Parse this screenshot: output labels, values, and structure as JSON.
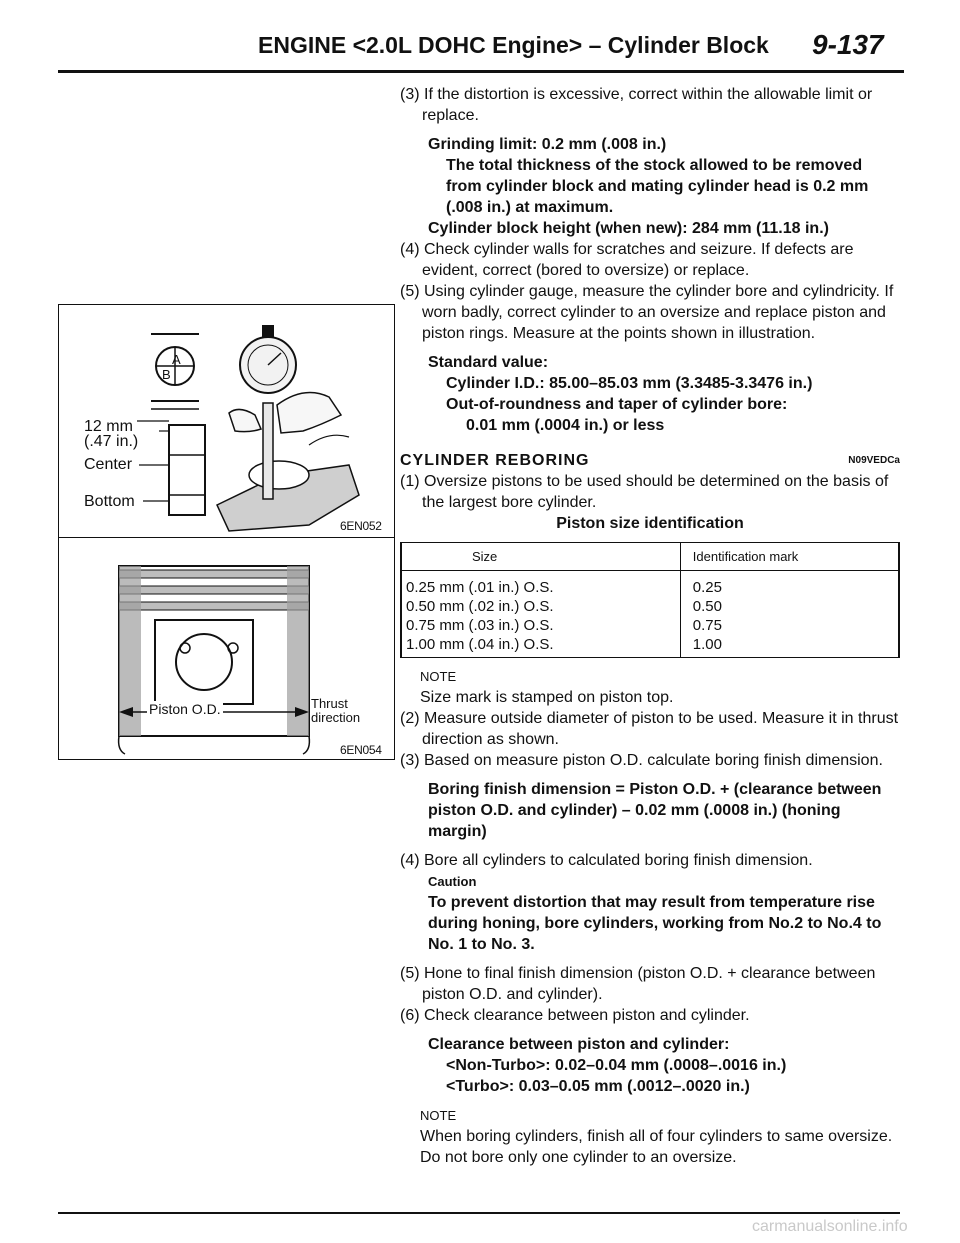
{
  "header": {
    "title": "ENGINE <2.0L DOHC Engine> – Cylinder Block",
    "page": "9-137"
  },
  "figures": {
    "fig1": {
      "label_A": "A",
      "label_B": "B",
      "label_12mm": "12 mm",
      "label_47in": "(.47 in.)",
      "label_center": "Center",
      "label_bottom": "Bottom",
      "code": "6EN052"
    },
    "fig2": {
      "label_piston_od": "Piston O.D.",
      "label_thrust": "Thrust",
      "label_direction": "direction",
      "code": "6EN054"
    }
  },
  "content": {
    "step3": "(3) If the distortion is excessive, correct within the allowable limit or replace.",
    "grind_limit": "Grinding limit: 0.2 mm (.008 in.)",
    "grind_note": "The total thickness of the stock allowed to be removed from cylinder block and mating cylinder head is 0.2 mm (.008 in.) at maximum.",
    "block_height": "Cylinder block height (when new): 284 mm (11.18 in.)",
    "step4": "(4) Check cylinder walls for scratches and seizure. If defects are evident, correct (bored to oversize) or replace.",
    "step5": "(5) Using cylinder gauge, measure the cylinder bore and cylindricity. If worn badly, correct cylinder to an oversize and replace piston and piston rings. Measure at the points shown in illustration.",
    "std_value": "Standard value:",
    "cyl_id": "Cylinder I.D.: 85.00–85.03 mm (3.3485-3.3476 in.)",
    "out_of_round": "Out-of-roundness and taper of cylinder bore:",
    "out_of_round_val": "0.01 mm (.0004 in.) or less",
    "section_title": "CYLINDER REBORING",
    "section_code": "N09VEDCa",
    "rb1": "(1) Oversize pistons to be used should be determined on the basis of the largest bore cylinder.",
    "table_title": "Piston size identification",
    "table_head": [
      "Size",
      "Identification mark"
    ],
    "table_rows": [
      [
        "0.25 mm (.01 in.) O.S.",
        "0.25"
      ],
      [
        "0.50 mm (.02 in.) O.S.",
        "0.50"
      ],
      [
        "0.75 mm (.03 in.) O.S.",
        "0.75"
      ],
      [
        "1.00 mm (.04 in.) O.S.",
        "1.00"
      ]
    ],
    "note1_label": "NOTE",
    "note1": "Size mark is stamped on piston top.",
    "rb2": "(2) Measure outside diameter of piston to be used. Measure it in thrust direction as shown.",
    "rb3": "(3) Based on measure piston O.D. calculate boring finish dimension.",
    "boring_formula": "Boring finish dimension = Piston O.D. + (clearance between piston O.D. and cylinder) – 0.02 mm (.0008 in.) (honing margin)",
    "rb4": "(4) Bore all cylinders to calculated boring finish dimension.",
    "caution_label": "Caution",
    "caution": "To prevent distortion that may result from temperature rise during honing, bore cylinders, working from No.2 to No.4 to No. 1 to No. 3.",
    "rb5": "(5) Hone to final finish dimension (piston O.D. + clearance between piston O.D. and cylinder).",
    "rb6": "(6) Check clearance between piston and cylinder.",
    "clearance_title": "Clearance between piston and cylinder:",
    "clearance_nt": "<Non-Turbo>: 0.02–0.04 mm (.0008–.0016 in.)",
    "clearance_t": "<Turbo>: 0.03–0.05 mm (.0012–.0020 in.)",
    "note2_label": "NOTE",
    "note2": "When boring cylinders, finish all of four cylinders to same oversize. Do not bore only one cylinder to an oversize."
  },
  "footer": {
    "watermark": "carmanualsonline.info"
  }
}
